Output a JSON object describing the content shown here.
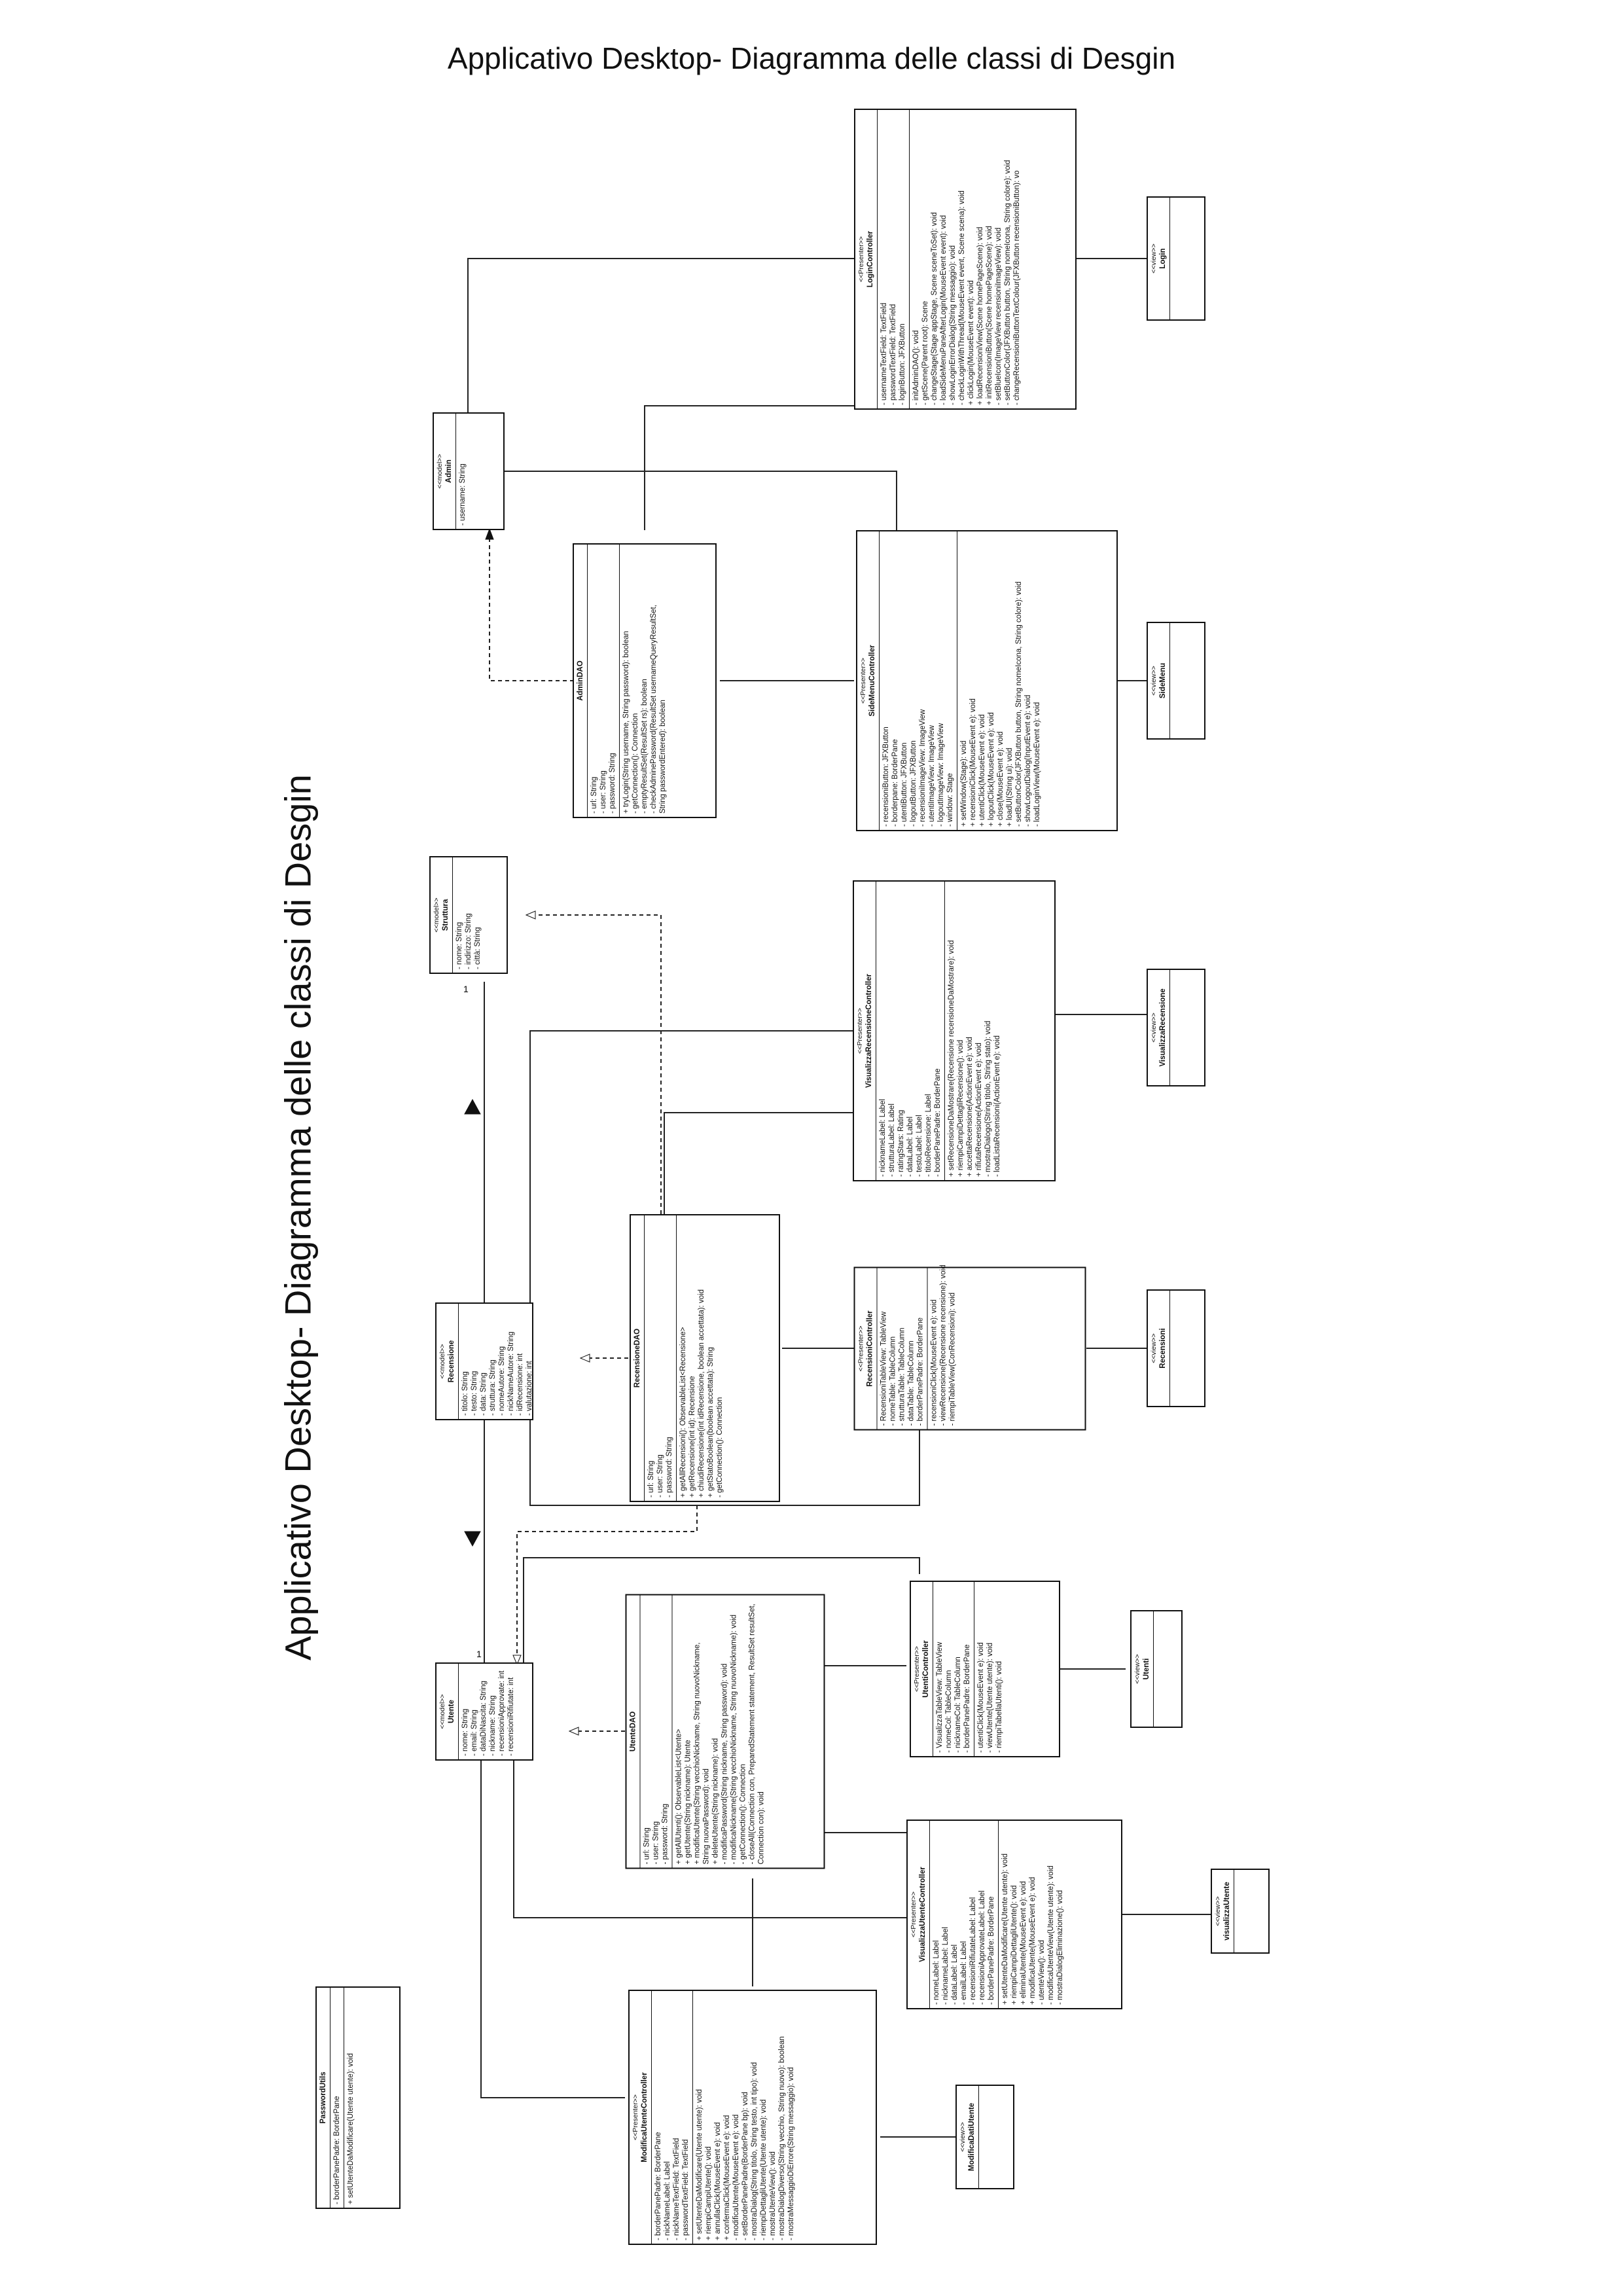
{
  "title": "Applicativo Desktop- Diagramma delle classi di Desgin",
  "rotated_title": "Applicativo Desktop- Diagramma delle classi di Desgin",
  "multiplicity_one": "1",
  "classes": {
    "admin": {
      "stereotype": "<<model>>",
      "name": "Admin",
      "attributes": [
        "- username: String"
      ],
      "methods": []
    },
    "login_controller": {
      "stereotype": "<<Presenter>>",
      "name": "LoginController",
      "attributes": [
        "- usernameTextField: TextField",
        "- passwordTextField: TextField",
        "- loginButton: JFXButton"
      ],
      "methods": [
        "- initAdminDAO(): void",
        "- getScene(Parent root): Scene",
        "- changeStage(Stage appStage, Scene sceneToSet): void",
        "- loadSideMenuPaneAfterLogin(MouseEvent event): void",
        "- showLoginErrorDialog(String messaggio): void",
        "- checkLoginWithThread(MouseEvent event, Scene scena): void",
        "+ clickLogin(MouseEvent event): void",
        "+ loadRecensioniView(Scene homePageScene): void",
        "+ initRecensioniButton(Scene homePageScene): void",
        "- setBlueIcon(ImageView recensioniImageView): void",
        "- setButtonColor(JFXButton button, String nomeIcona, String colore): void",
        "- changeRecensioniButtonTextColour(JFXButton recensioniButton): vo"
      ]
    },
    "admin_dao": {
      "stereotype": "",
      "name": "AdminDAO",
      "attributes": [
        "- url: String",
        "- user: String",
        "- password: String"
      ],
      "methods": [
        "+ tryLogin(String username, String password): boolean",
        "- getConnection(): Connection",
        "- emptyResultSet(ResultSet rs): boolean",
        "- checkAdminePassword(ResultSet usernameQueryResultSet,",
        "          String passwordEntered): boolean"
      ]
    },
    "side_menu_controller": {
      "stereotype": "<<Presenter>>",
      "name": "SideMenuController",
      "attributes": [
        "- recensioniButton: JFXButton",
        "- borderpane: BorderPane",
        "- utentiButton: JFXButton",
        "- logoutButton: JFXButton",
        "- recensioniImageView: ImageView",
        "- utentiImageView: ImageView",
        "- logoutImageView: ImageView",
        "- window: Stage"
      ],
      "methods": [
        "+ setWindow(Stage): void",
        "+ recensioniClick(MouseEvent e): void",
        "+ utentiClick(MouseEvent e): void",
        "+ logoutClick(MouseEvent e): void",
        "+ close(MouseEvent e): void",
        "+ loadUI(String ui): void",
        "- setButtonColor(JFXButton button, String nomeIcona, String colore): void",
        "- showLogoutDialog(InputEvent e): void",
        "- loadLoginView(MouseEvent e): void"
      ]
    },
    "struttura": {
      "stereotype": "<<model>>",
      "name": "Struttura",
      "attributes": [
        "- nome: String",
        "- indirizzo: String",
        "- città: String"
      ],
      "methods": []
    },
    "recensione": {
      "stereotype": "<<model>>",
      "name": "Recensione",
      "attributes": [
        "- titolo: String",
        "- testo: String",
        "- data: String",
        "- struttura: String",
        "- nomeAutore: String",
        "- nickNameAutore: String",
        "- idRecensione: int",
        "- valutazione: int"
      ],
      "methods": []
    },
    "recensione_dao": {
      "stereotype": "",
      "name": "RecensioneDAO",
      "attributes": [
        "- url: String",
        "- user: String",
        "- password: String"
      ],
      "methods": [
        "+ getAllRecensioni(): ObservableList<Recensione>",
        "+ getRecensione(int id): Recensione",
        "+ chiudiRecensione(int idRecensione, boolean accettata): void",
        "+ getStatoBoolean(boolean accettata): String",
        "- getConnection(): Connection"
      ]
    },
    "visualizza_recensione_controller": {
      "stereotype": "<<Presenter>>",
      "name": "VisualizzaRecensioneController",
      "attributes": [
        "- nicknameLabel: Label",
        "- strutturaLabel: Label",
        "- ratingStars: Rating",
        "- dataLabel: Label",
        "- testoLabel: Label",
        "- titoloRecensione: Label",
        "- borderPanePadre: BorderPane"
      ],
      "methods": [
        "+ setRecensioneDaMostrare(Recensione recensioneDaMostrare): void",
        "+ riempiCampiDettagliRecensione(): void",
        "+ accettaRecensione(ActionEvent e): void",
        "+ rifiutaRecensione(ActionEvent e): void",
        "- mostraDialogo(String titolo, String stato): void",
        "- loadListaRecensioni(ActionEvent e): void"
      ]
    },
    "recensioni_controller": {
      "stereotype": "<<Presenter>>",
      "name": "RecensioniController",
      "attributes": [
        "- RecensioniTableView: TableView",
        "- nomeTable: TableColumn",
        "- strutturaTable: TableColumn",
        "- dataTable: TableColumn",
        "- borderPanePadre: BorderPane"
      ],
      "methods": [
        "- recensioniClick(MouseEvent e): void",
        "- viewRecensione(Recensione recensione): void",
        "- riempiTableView(ConRecensioni): void"
      ]
    },
    "utente": {
      "stereotype": "<<model>>",
      "name": "Utente",
      "attributes": [
        "- nome: String",
        "- email: String",
        "- dataDiNascita: String",
        "- nickname: String",
        "- recensioniApprovate: int",
        "- recensioniRifiutate: int"
      ],
      "methods": []
    },
    "utente_dao": {
      "stereotype": "",
      "name": "UtenteDAO",
      "attributes": [
        "- url: String",
        "- user: String",
        "- password: String"
      ],
      "methods": [
        "+ getAllUtenti(): ObservableList<Utente>",
        "+ getUtente(String nickname): Utente",
        "+ modificaUtente(String vecchioNickname, String nuovoNickname,",
        "          String nuovaPassword): void",
        "+ deleteUtente(String nickname): void",
        "- modificaPassword(String nickname, String password): void",
        "- modificaNickname(String vecchioNickname, String nuovoNickname): void",
        "- getConnection(): Connection",
        "- closeAll(Connection con, PreparedStatement statement, ResultSet resultSet,",
        "          Connection con): void"
      ]
    },
    "utenti_controller": {
      "stereotype": "<<Presenter>>",
      "name": "UtentiController",
      "attributes": [
        "- VisualizzaTableView: TableView",
        "- nomeCol: TableColumn",
        "- nicknameCol: TableColumn",
        "- borderPanePadre: BorderPane"
      ],
      "methods": [
        "- utentiClick(MouseEvent e): void",
        "- viewUtente(Utente utente): void",
        "- riempiTabellaUtenti(): void"
      ]
    },
    "visualizza_utente_controller": {
      "stereotype": "<<Presenter>>",
      "name": "VisualizzaUtenteController",
      "attributes": [
        "- nomeLabel: Label",
        "- nicknameLabel: Label",
        "- dataLabel: Label",
        "- emailLabel: Label",
        "- recensioniRifiutateLabel: Label",
        "- recensioniApprovateLabel: Label",
        "- borderPanePadre: BorderPane"
      ],
      "methods": [
        "+ setUtenteDaModificare(Utente utente): void",
        "+ riempiCampiDettagliUtente(): void",
        "+ eliminaUtente(MouseEvent e): void",
        "+ modificaUtente(MouseEvent e): void",
        "- utenteView(): void",
        "- modificaUtenteView(Utente utente): void",
        "- mostraDialogEliminazione(): void"
      ]
    },
    "modifica_utente_controller": {
      "stereotype": "<<Presenter>>",
      "name": "ModificaUtenteController",
      "attributes": [
        "- borderPanePadre: BorderPane",
        "- nickNameLabel: Label",
        "- nickNameTextField: TextField",
        "- passwordTextField: TextField"
      ],
      "methods": [
        "+ setUtenteDaModificare(Utente utente): void",
        "+ riempiCampiUtente(): void",
        "+ annullaClick(MouseEvent e): void",
        "+ confermaClick(MouseEvent e): void",
        "- modificaUtente(MouseEvent e): void",
        "- setBorderPanePadre(BorderPane bp): void",
        "- mostraDialog(String titolo, String testo, int tipo): void",
        "- riempiDettagliUtente(Utente utente): void",
        "- mostraUtenteView(): void",
        "- mostraDialogDiverso(String vecchio, String nuovo): boolean",
        "- mostraMessaggioDiErrore(String messaggio): void"
      ]
    },
    "password_utils": {
      "stereotype": "",
      "name": "PasswordUtils",
      "attributes": [
        "- borderPanePadre: BorderPane"
      ],
      "methods": [
        "+ setUtenteDaModificare(Utente utente): void"
      ]
    }
  },
  "views": {
    "login": {
      "stereotype": "<<view>>",
      "name": "Login"
    },
    "side_menu": {
      "stereotype": "<<view>>",
      "name": "SideMenu"
    },
    "visualizza_recensione": {
      "stereotype": "<<view>>",
      "name": "VisualizzaRecensione"
    },
    "recensioni": {
      "stereotype": "<<view>>",
      "name": "Recensioni"
    },
    "utenti": {
      "stereotype": "<<view>>",
      "name": "Utenti"
    },
    "visualizza_utente": {
      "stereotype": "<<view>>",
      "name": "visualizzaUtente"
    },
    "modifica_dati_utente": {
      "stereotype": "<<view>>",
      "name": "ModificaDatiUtente"
    }
  }
}
